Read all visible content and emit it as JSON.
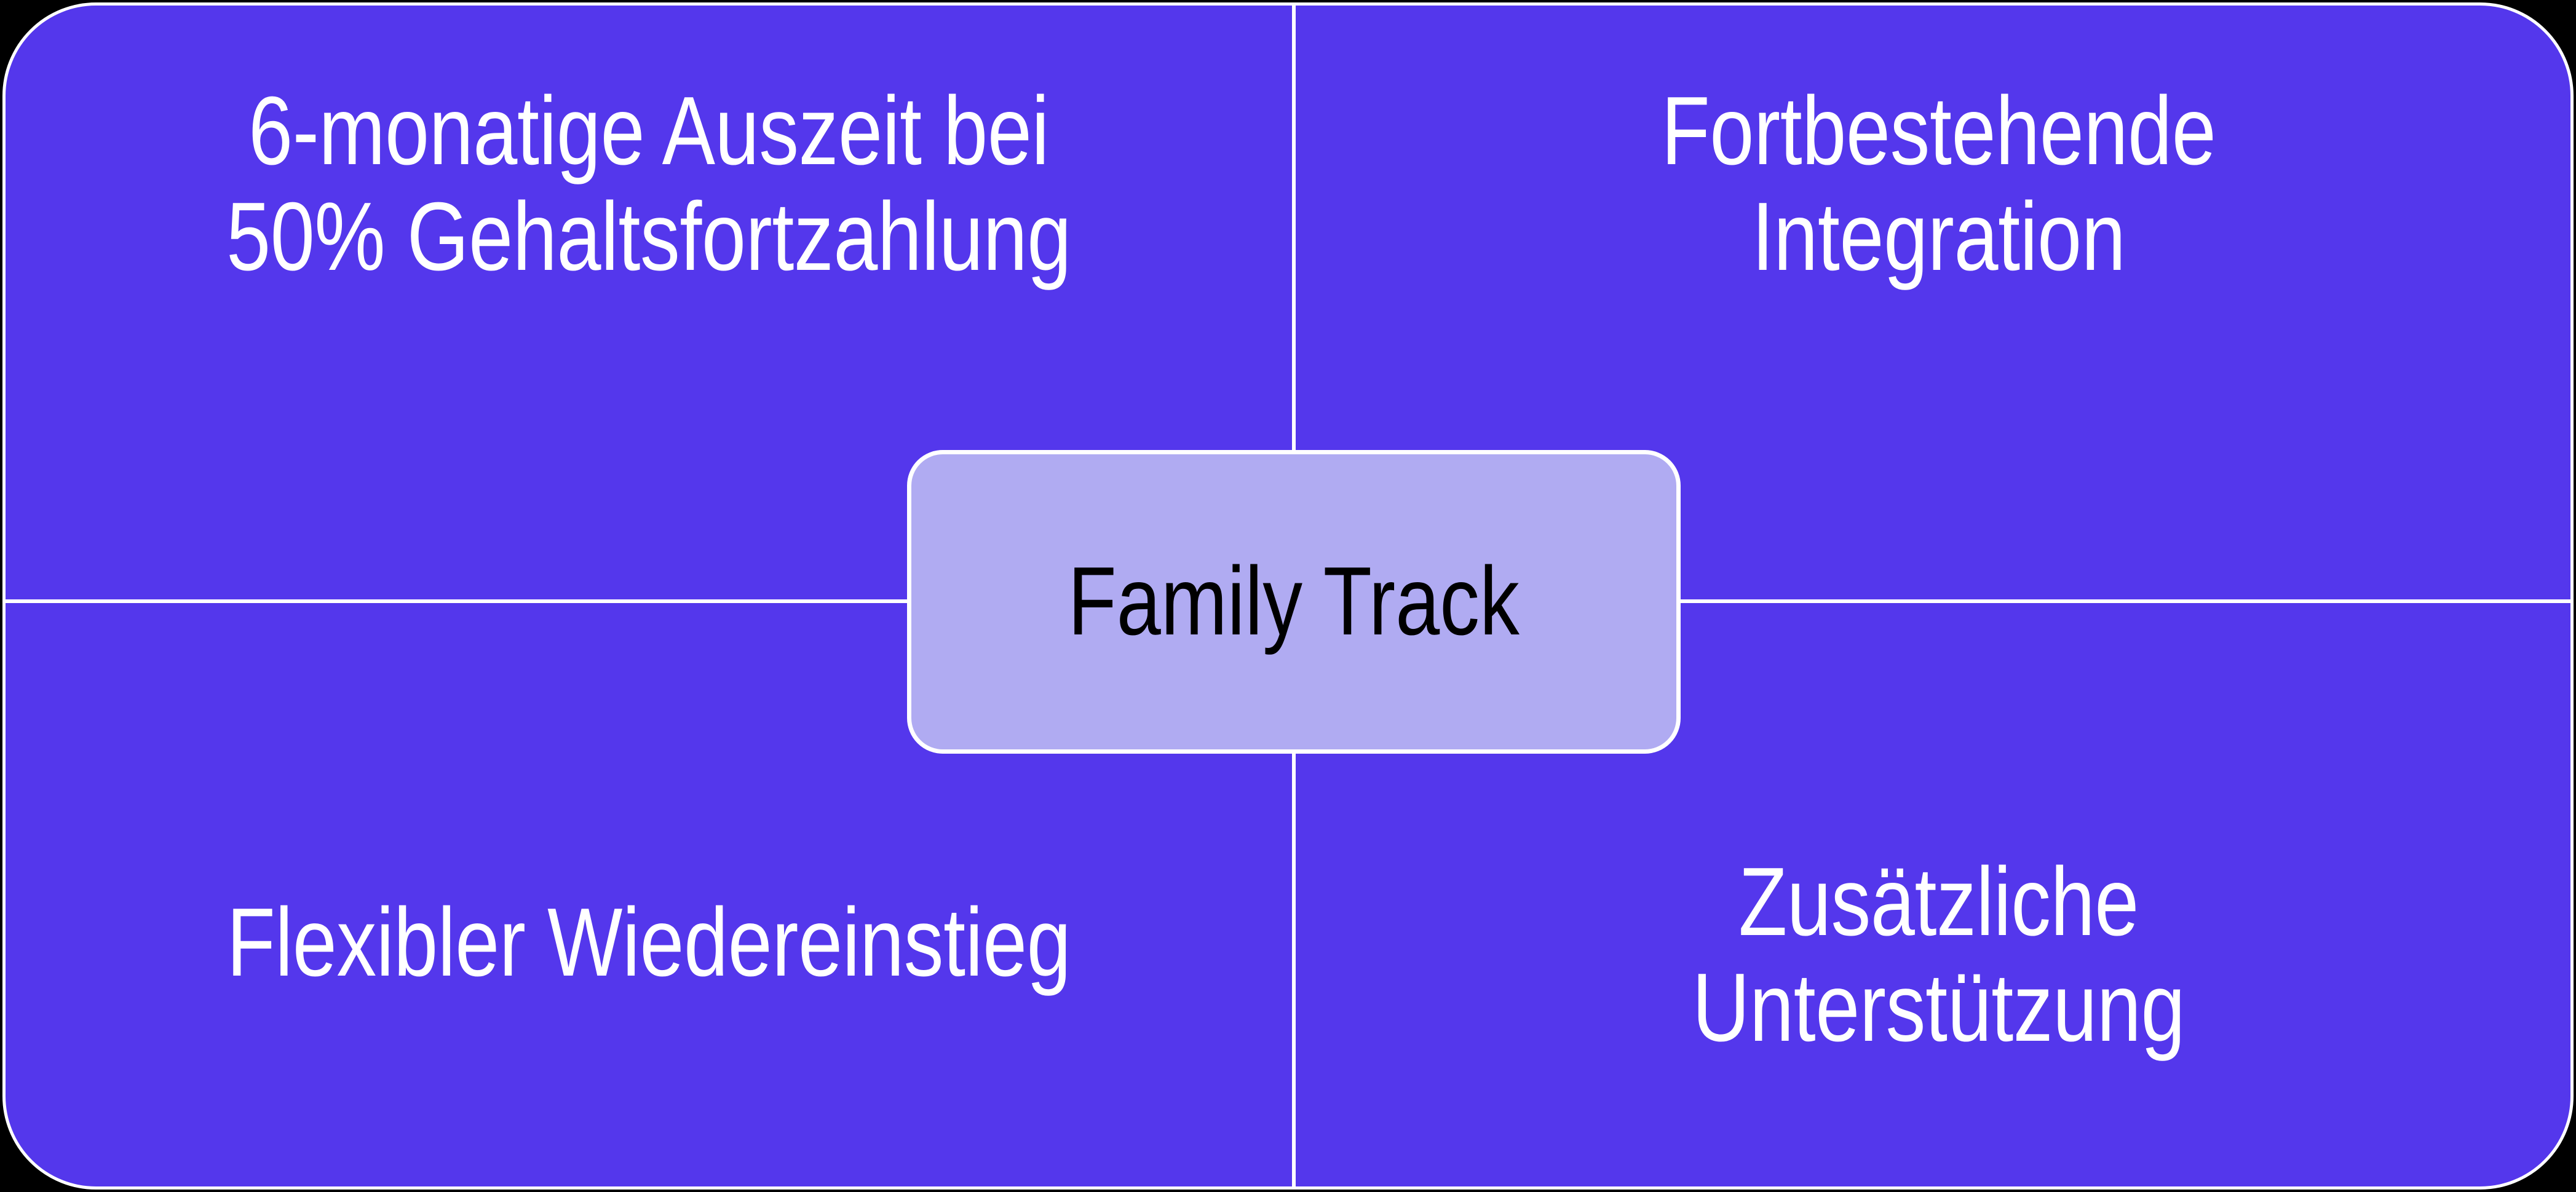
{
  "diagram": {
    "type": "four-quadrant-hub-and-spoke",
    "center": {
      "label": "Family Track",
      "fill_color": "#B0ABF2",
      "border_color": "#FFFFFF",
      "text_color": "#000000"
    },
    "panel": {
      "fill_color": "#5437EC",
      "border_color": "#FFFFFF",
      "divider_color": "#FFFFFF",
      "text_color": "#FFFFFF"
    },
    "quadrants": [
      {
        "position": "top-left",
        "label": "6-monatige Auszeit bei\n50% Gehaltsfortzahlung"
      },
      {
        "position": "top-right",
        "label": "Fortbestehende\nIntegration"
      },
      {
        "position": "bottom-left",
        "label": "Flexibler Wiedereinstieg"
      },
      {
        "position": "bottom-right",
        "label": "Zusätzliche\nUnterstützung"
      }
    ]
  }
}
